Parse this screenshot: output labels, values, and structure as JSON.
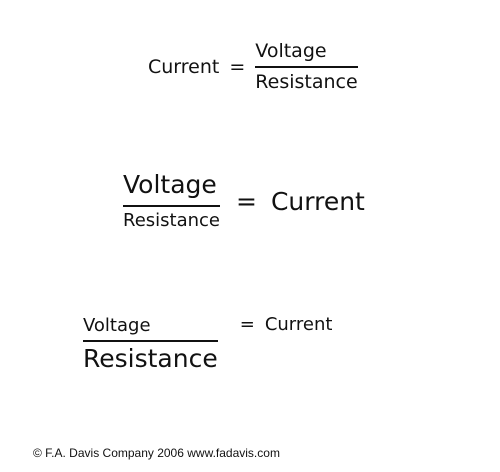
{
  "equations": [
    {
      "lhs": "Current",
      "operator": "=",
      "numerator": "Voltage",
      "denominator": "Resistance"
    },
    {
      "numerator": "Voltage",
      "denominator": "Resistance",
      "operator": "=",
      "rhs": "Current"
    },
    {
      "numerator": "Voltage",
      "denominator": "Resistance",
      "operator": "=",
      "rhs": "Current"
    }
  ],
  "footer": {
    "copyright": "© F.A. Davis Company 2006  www.fadavis.com"
  }
}
